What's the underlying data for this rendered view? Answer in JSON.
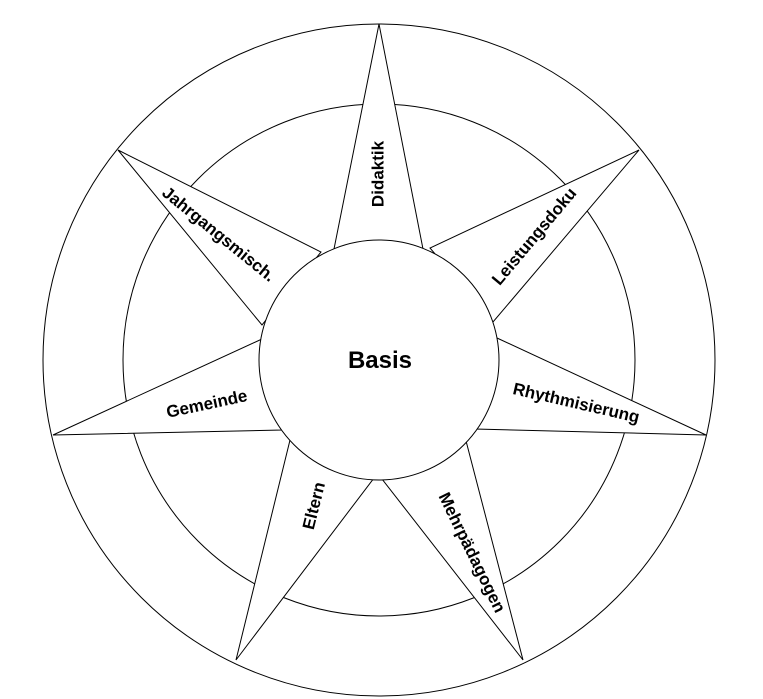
{
  "diagram": {
    "center_label": "Basis",
    "rays": [
      {
        "label": "Didaktik"
      },
      {
        "label": "Leistungsdoku"
      },
      {
        "label": "Rhythmisierung"
      },
      {
        "label": "Mehrpädagogen"
      },
      {
        "label": "Eltern"
      },
      {
        "label": "Gemeinde"
      },
      {
        "label": "Jahrgangsmisch."
      }
    ],
    "colors": {
      "stroke": "#000000",
      "fill": "#ffffff",
      "text": "#000000"
    }
  }
}
